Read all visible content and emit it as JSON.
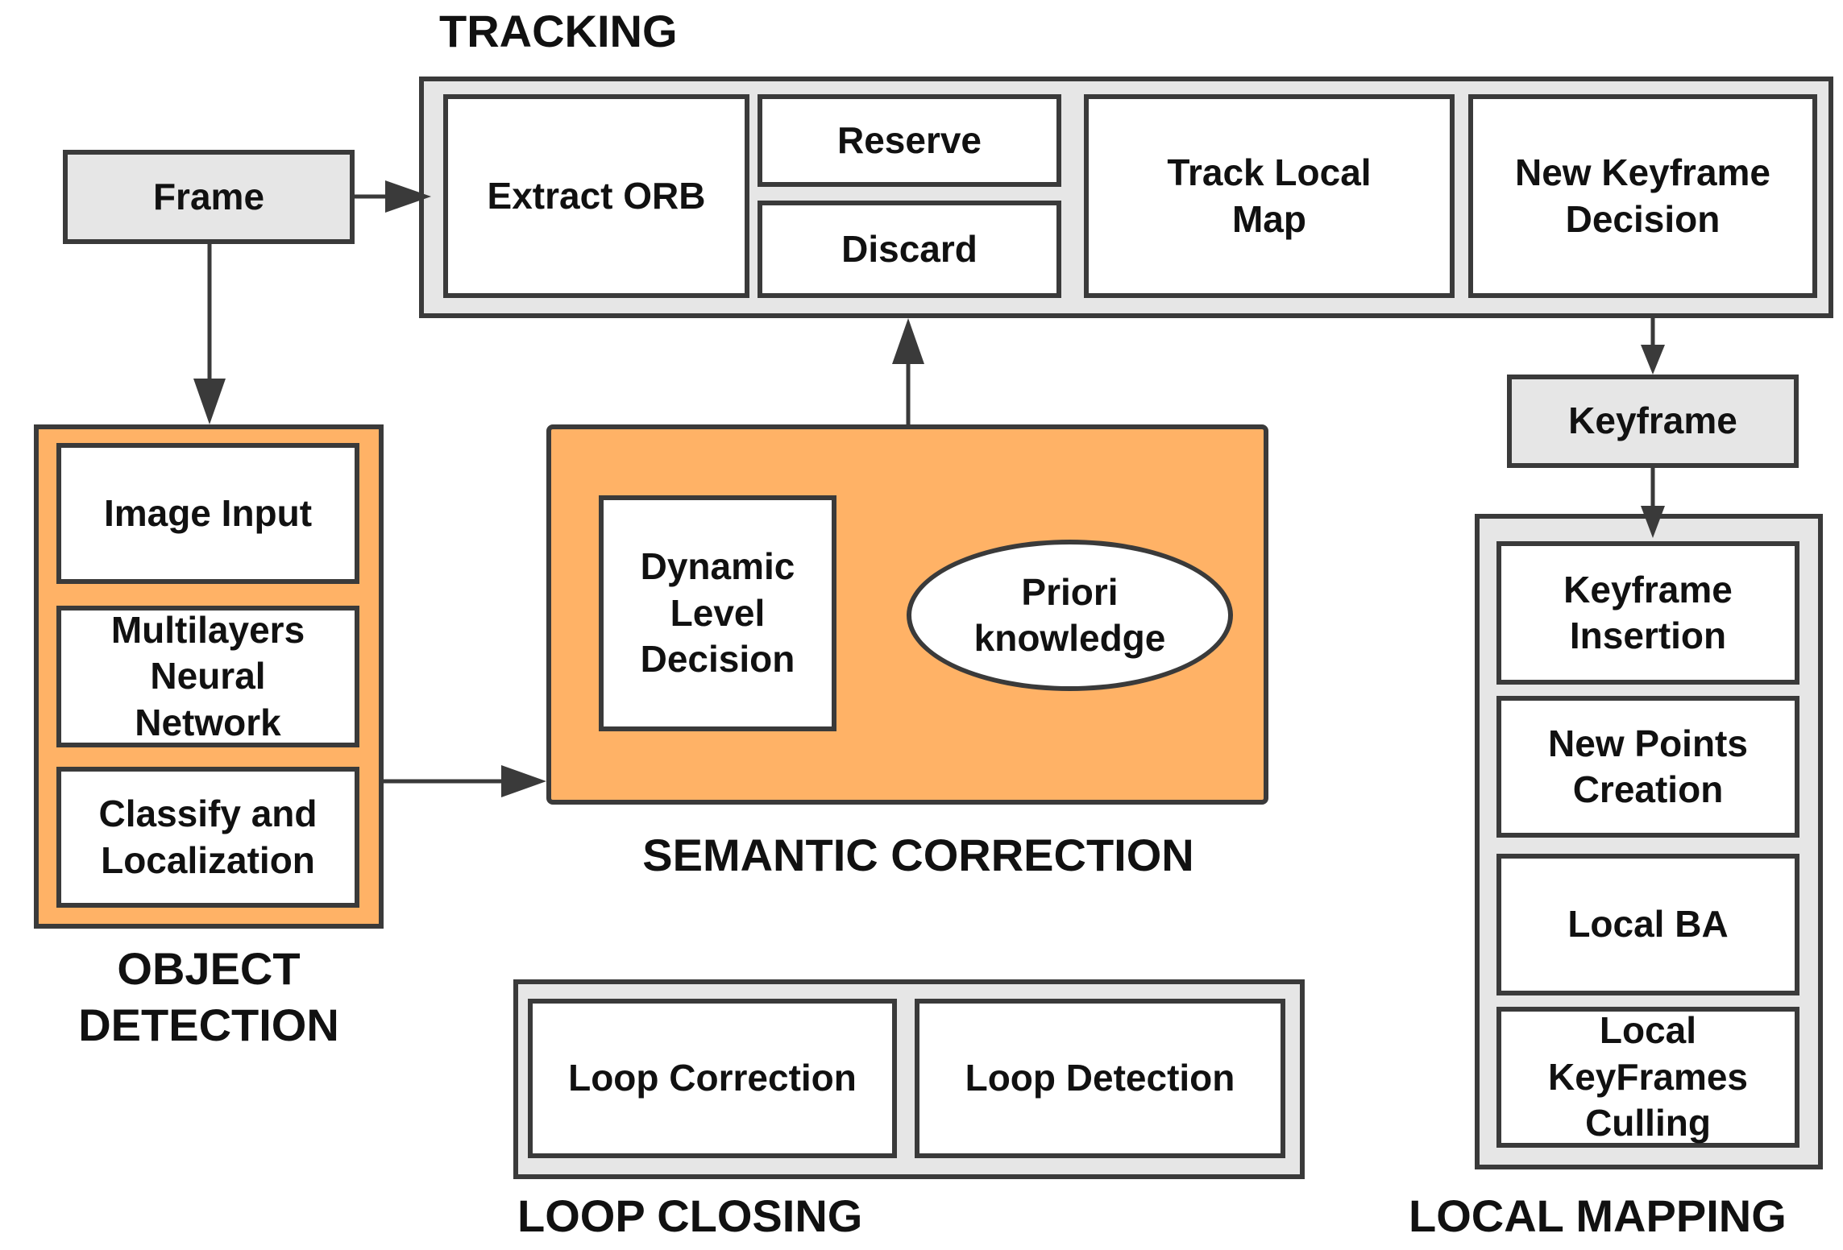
{
  "sections": {
    "tracking": "TRACKING",
    "object_detection_line1": "OBJECT",
    "object_detection_line2": "DETECTION",
    "semantic_correction": "SEMANTIC CORRECTION",
    "loop_closing": "LOOP CLOSING",
    "local_mapping": "LOCAL MAPPING"
  },
  "nodes": {
    "frame": "Frame",
    "extract_orb": "Extract ORB",
    "reserve": "Reserve",
    "discard": "Discard",
    "track_local_map": [
      "Track Local",
      "Map"
    ],
    "new_keyframe_decision": [
      "New Keyframe",
      "Decision"
    ],
    "keyframe": "Keyframe",
    "image_input": "Image Input",
    "multilayers_nn": [
      "Multilayers",
      "Neural",
      "Network"
    ],
    "classify_localization": [
      "Classify and",
      "Localization"
    ],
    "dynamic_level_decision": [
      "Dynamic",
      "Level",
      "Decision"
    ],
    "priori_knowledge": [
      "Priori",
      "knowledge"
    ],
    "loop_correction": "Loop Correction",
    "loop_detection": "Loop Detection",
    "keyframe_insertion": [
      "Keyframe",
      "Insertion"
    ],
    "new_points_creation": [
      "New Points",
      "Creation"
    ],
    "local_ba": "Local BA",
    "local_keyframes_culling": [
      "Local",
      "KeyFrames",
      "Culling"
    ]
  },
  "colors": {
    "border": "#3a3a3a",
    "panel_grey": "#e6e6e6",
    "panel_orange": "#ffb266",
    "box_fill": "#ffffff"
  }
}
